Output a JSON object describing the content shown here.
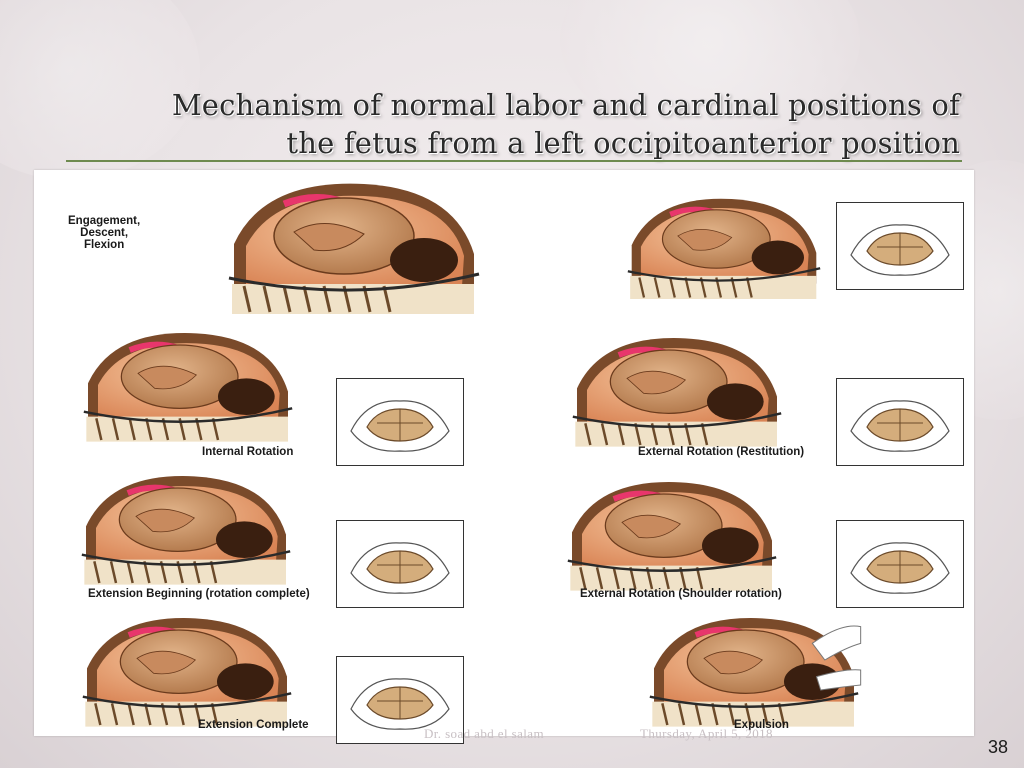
{
  "title": {
    "line1": "Mechanism of normal labor and cardinal positions of",
    "line2": "the fetus from a left occipitoanterior position"
  },
  "stages": [
    {
      "label": "Engagement,\nDescent,\nFlexion"
    },
    {
      "label": "Internal Rotation"
    },
    {
      "label": "External Rotation (Restitution)"
    },
    {
      "label": "Extension Beginning (rotation complete)"
    },
    {
      "label": "External Rotation (Shoulder rotation)"
    },
    {
      "label": "Extension Complete"
    },
    {
      "label": "Expulsion"
    }
  ],
  "footer": {
    "author": "Dr. soad abd el salam",
    "date": "Thursday, April 5, 2018"
  },
  "slide_number": "38"
}
